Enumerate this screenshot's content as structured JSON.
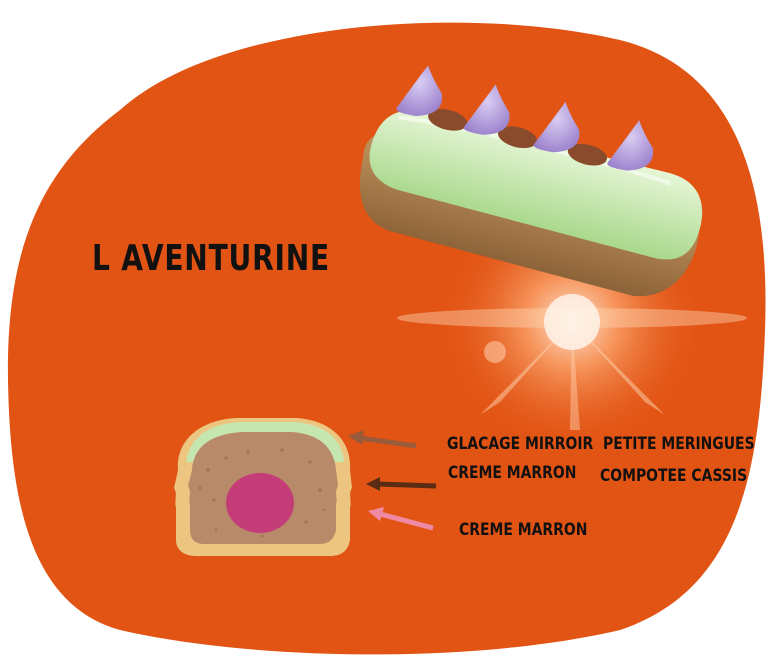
{
  "title": "L AVENTURINE",
  "labels": {
    "glacage": "GLACAGE MIRROIR",
    "meringues": "PETITE MERINGUES",
    "creme_top": "CREME MARRON",
    "compotee": "COMPOTEE CASSIS",
    "creme_bottom": "CREME MARRON"
  },
  "colors": {
    "background_blob": "#e25414",
    "glaze_green": "#c6e6b0",
    "meringue_purple": "#a68fd2",
    "chestnut": "#8a4a2c",
    "cassis": "#c43c78",
    "pastry": "#ecc580",
    "creme": "#b88a6a"
  }
}
